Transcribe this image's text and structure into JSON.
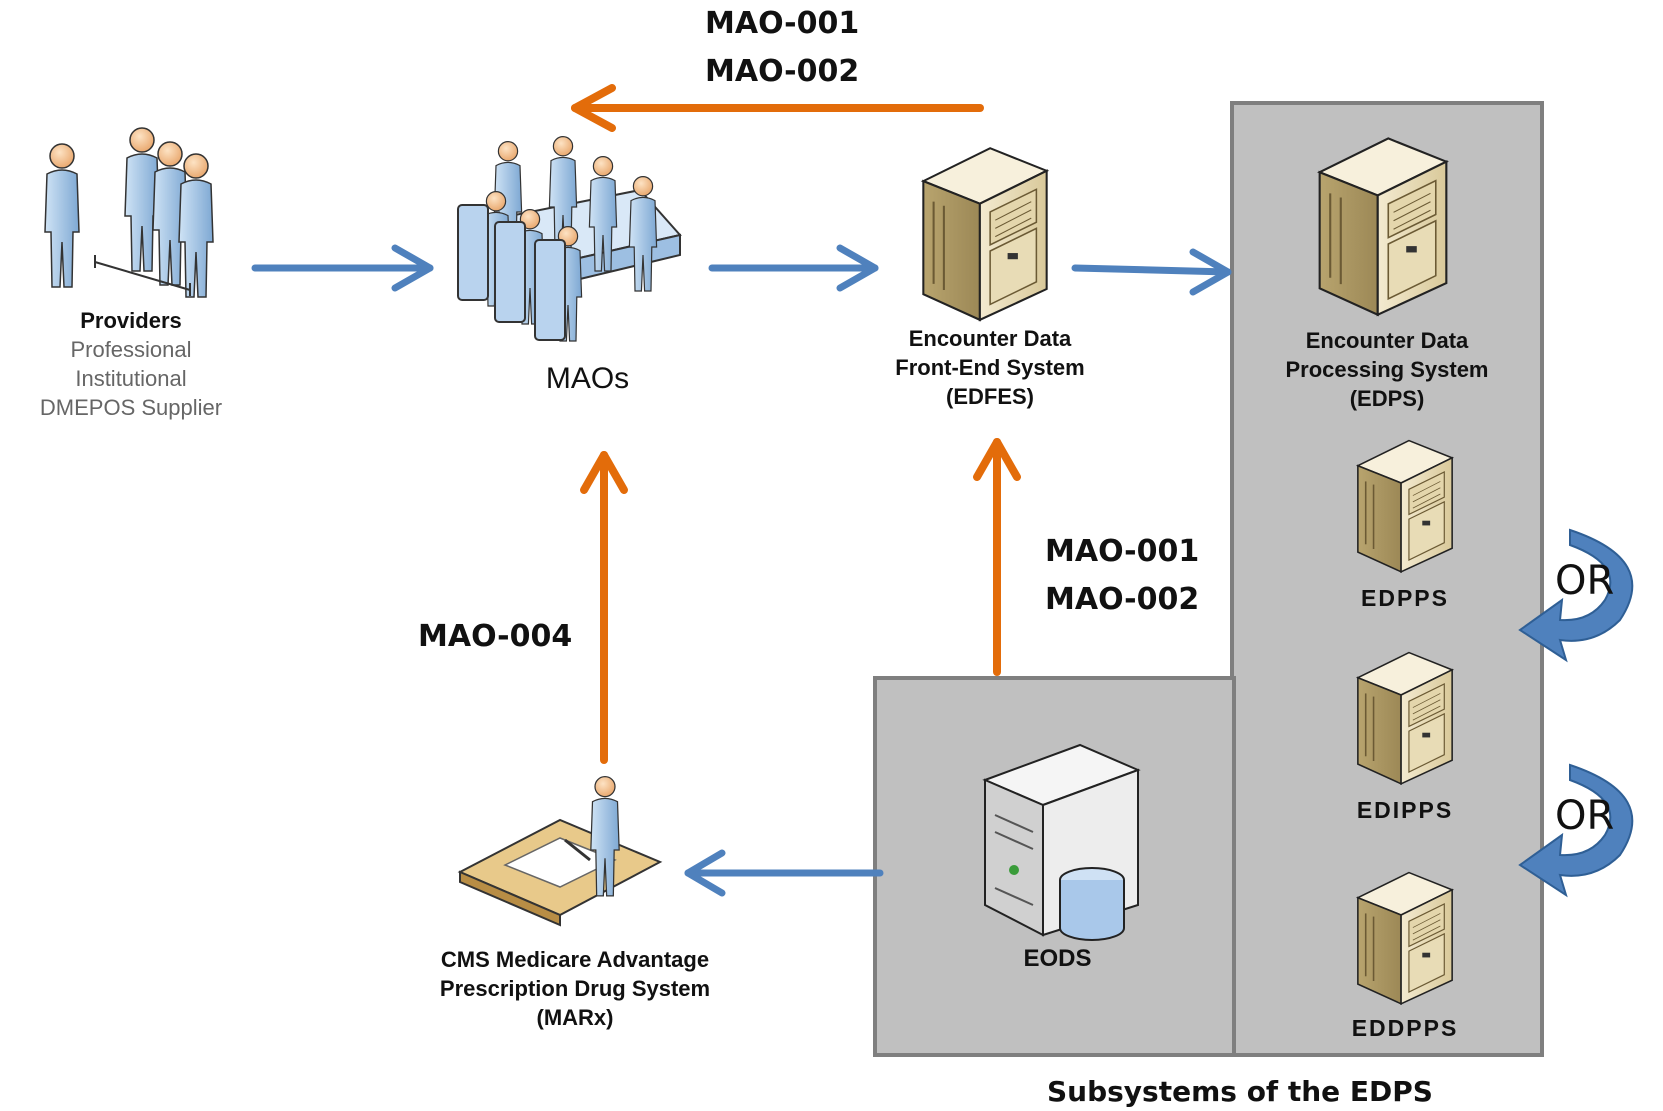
{
  "providers": {
    "title": "Providers",
    "lines": [
      "Professional",
      "Institutional",
      "DMEPOS Supplier"
    ]
  },
  "maos": {
    "label": "MAOs"
  },
  "edfes": {
    "lines": [
      "Encounter Data",
      "Front-End System",
      "(EDFES)"
    ]
  },
  "edps": {
    "lines": [
      "Encounter Data",
      "Processing System",
      "(EDPS)"
    ]
  },
  "marx": {
    "lines": [
      "CMS Medicare Advantage",
      "Prescription Drug System",
      "(MARx)"
    ]
  },
  "eods": {
    "label": "EODS"
  },
  "subsystems": {
    "edpps": "EDPPS",
    "edipps": "EDIPPS",
    "eddpps": "EDDPPS",
    "caption": "Subsystems of the EDPS",
    "or_1": "OR",
    "or_2": "OR"
  },
  "report_codes": {
    "top": [
      "MAO-001",
      "MAO-002"
    ],
    "middle": [
      "MAO-001",
      "MAO-002"
    ],
    "left": "MAO-004"
  },
  "colors": {
    "blue_arrow": "#4f81bd",
    "orange_arrow": "#e36c0a",
    "panel": "#c0c0c0",
    "panel_border": "#7f7f7f",
    "person": "#a6c8e8",
    "server": "#ece1c2"
  }
}
